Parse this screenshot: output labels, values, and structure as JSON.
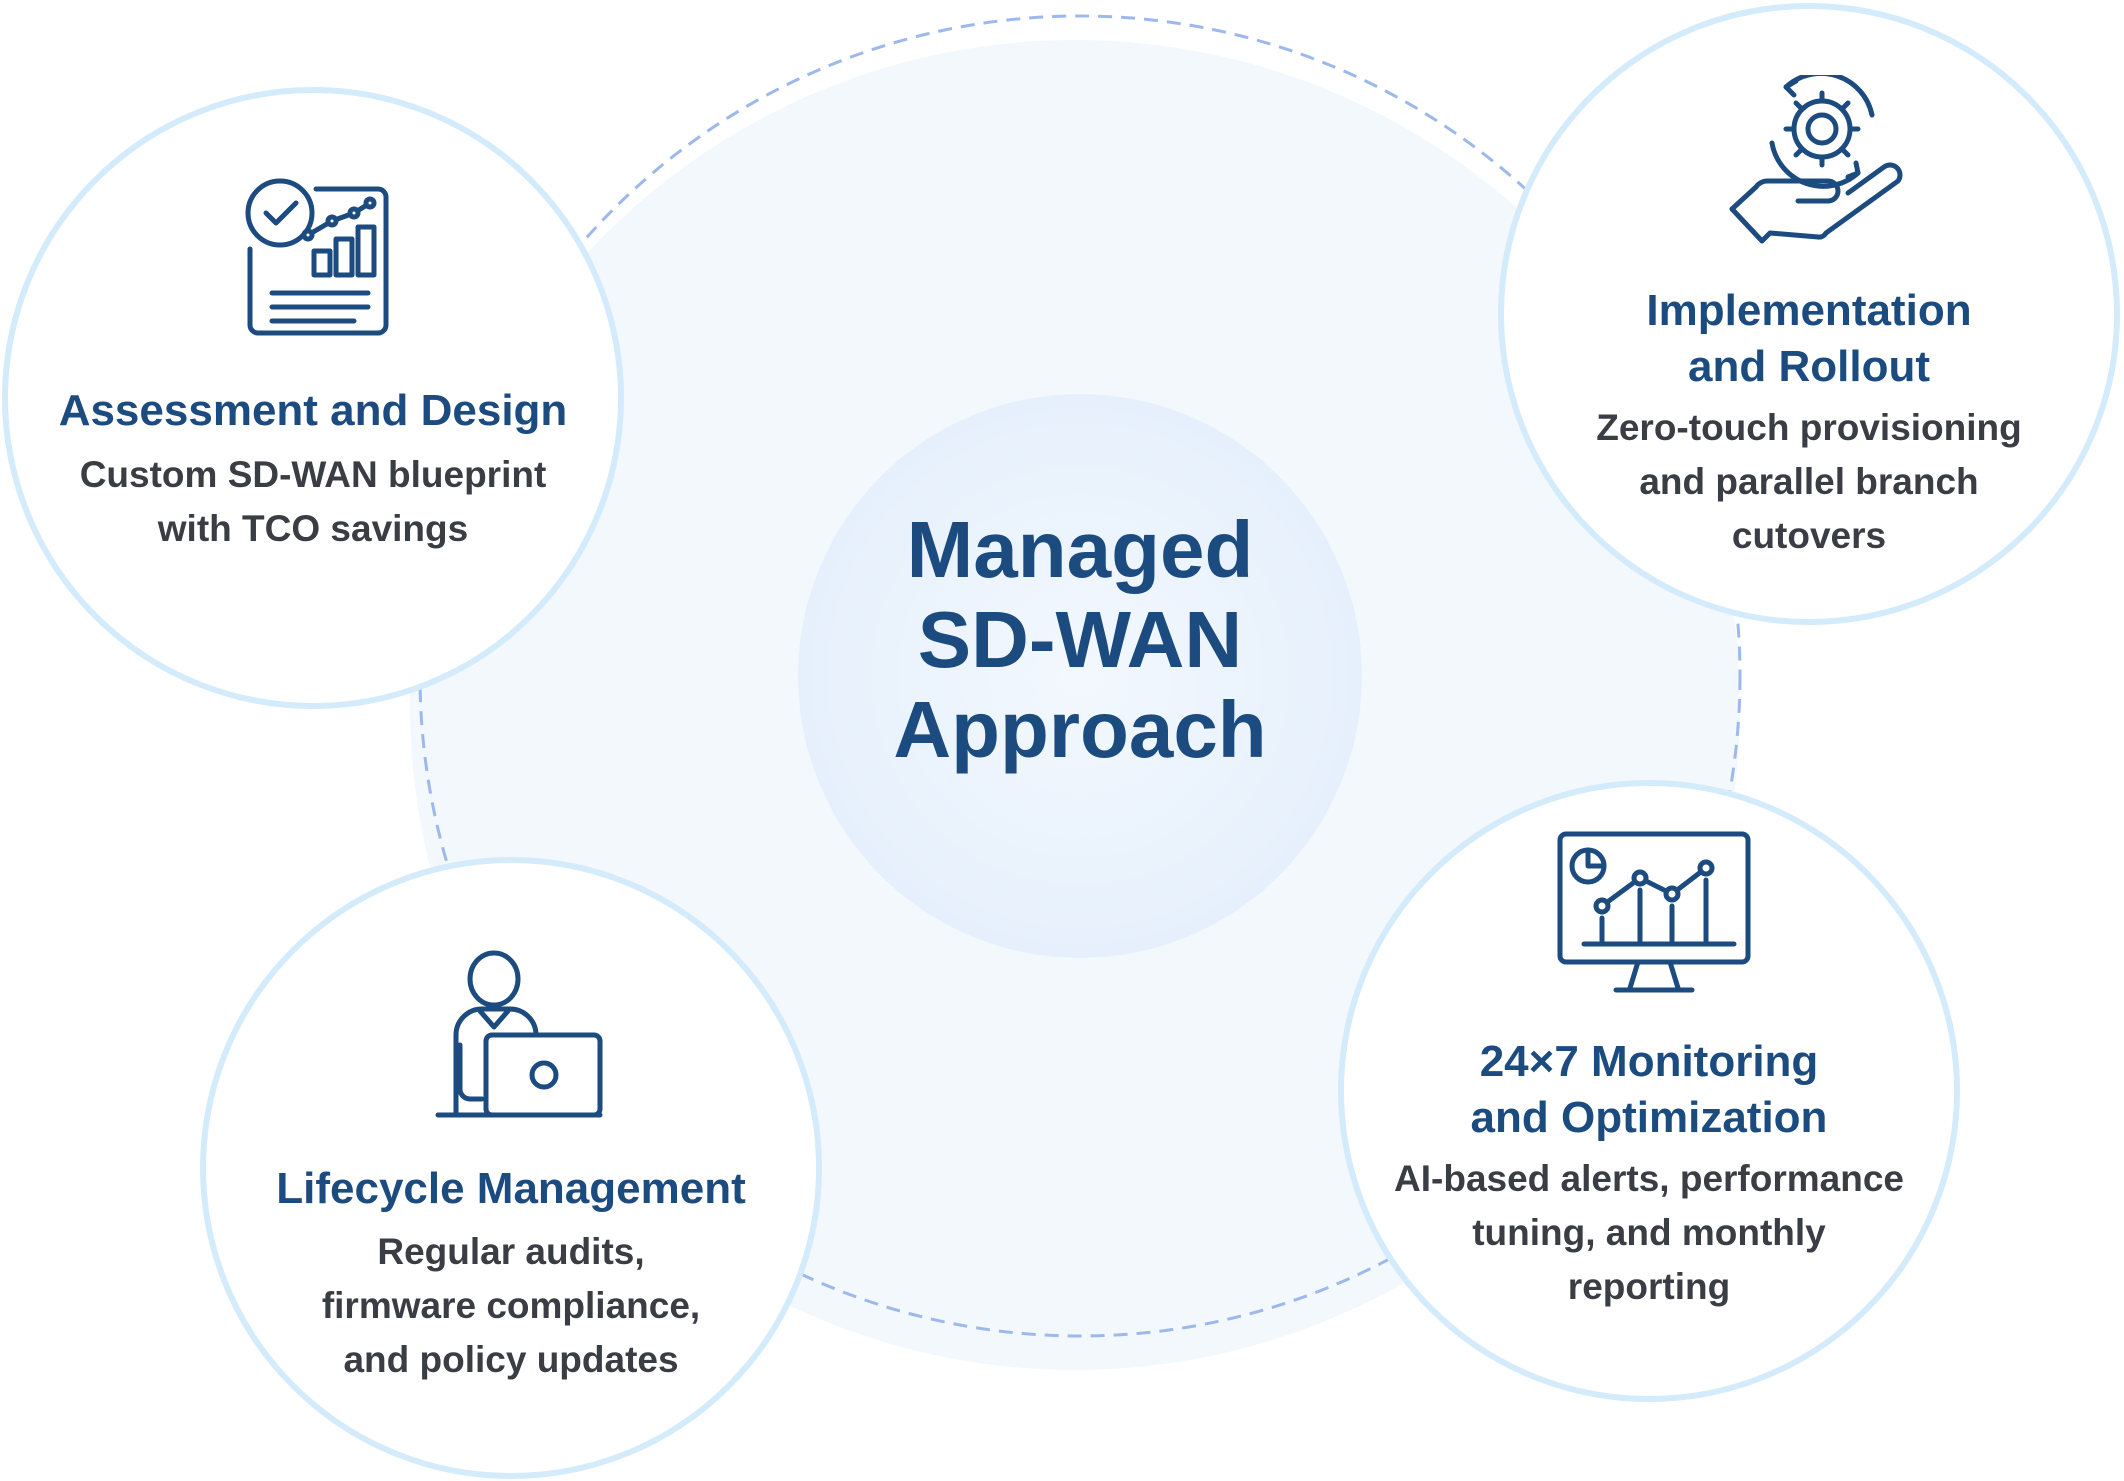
{
  "diagram": {
    "center": {
      "title_lines": [
        "Managed",
        "SD-WAN",
        "Approach"
      ]
    },
    "nodes": [
      {
        "id": "assessment",
        "title_lines": [
          "Assessment and Design"
        ],
        "desc_lines": [
          "Custom SD-WAN blueprint",
          "with TCO savings"
        ],
        "icon": "report-chart-icon"
      },
      {
        "id": "implementation",
        "title_lines": [
          "Implementation",
          "and Rollout"
        ],
        "desc_lines": [
          "Zero-touch provisioning",
          "and parallel branch",
          "cutovers"
        ],
        "icon": "hand-gear-icon"
      },
      {
        "id": "monitoring",
        "title_lines": [
          "24×7 Monitoring",
          "and Optimization"
        ],
        "desc_lines": [
          "AI-based alerts, performance",
          "tuning, and monthly",
          "reporting"
        ],
        "icon": "monitor-analytics-icon"
      },
      {
        "id": "lifecycle",
        "title_lines": [
          "Lifecycle Management"
        ],
        "desc_lines": [
          "Regular audits,",
          "firmware compliance,",
          "and policy updates"
        ],
        "icon": "person-laptop-icon"
      }
    ],
    "colors": {
      "primary": "#1c4b80",
      "text": "#3a3d43",
      "ring": "#d3ebfb",
      "dashed": "#9db8ec",
      "halo": "#f2f8fd",
      "core": "#eaf3fd"
    }
  }
}
